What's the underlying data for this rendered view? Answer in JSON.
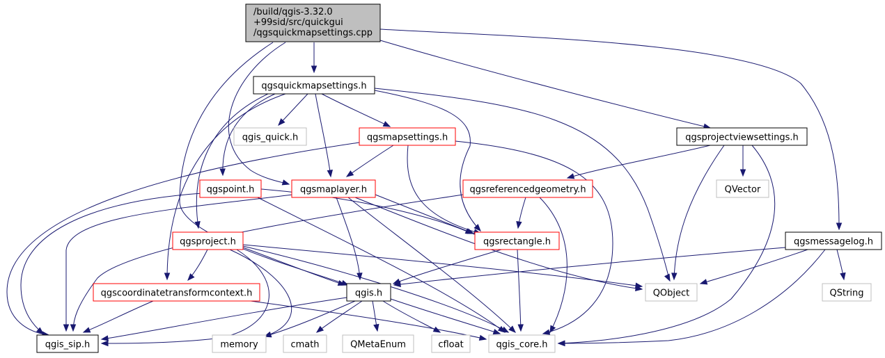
{
  "graph": {
    "colors": {
      "edge": "#191970",
      "root_fill": "#bfbfbf",
      "border_black": "#000000",
      "border_red": "#ff0000",
      "border_gray": "#bfbfbf",
      "text": "#000000"
    },
    "nodes": [
      {
        "id": "root",
        "lines": [
          "/build/qgis-3.32.0",
          "+99sid/src/quickgui",
          "/qgsquickmapsettings.cpp"
        ],
        "style": "root"
      },
      {
        "id": "qgsquickmapsettings_h",
        "lines": [
          "qgsquickmapsettings.h"
        ],
        "style": "black"
      },
      {
        "id": "qgis_quick_h",
        "lines": [
          "qgis_quick.h"
        ],
        "style": "gray"
      },
      {
        "id": "qgsmapsettings_h",
        "lines": [
          "qgsmapsettings.h"
        ],
        "style": "red"
      },
      {
        "id": "qgsprojectviewsettings_h",
        "lines": [
          "qgsprojectviewsettings.h"
        ],
        "style": "black"
      },
      {
        "id": "qgspoint_h",
        "lines": [
          "qgspoint.h"
        ],
        "style": "red"
      },
      {
        "id": "qgsmaplayer_h",
        "lines": [
          "qgsmaplayer.h"
        ],
        "style": "red"
      },
      {
        "id": "qgsreferencedgeometry_h",
        "lines": [
          "qgsreferencedgeometry.h"
        ],
        "style": "red"
      },
      {
        "id": "qvector",
        "lines": [
          "QVector"
        ],
        "style": "gray"
      },
      {
        "id": "qgsproject_h",
        "lines": [
          "qgsproject.h"
        ],
        "style": "red"
      },
      {
        "id": "qgsrectangle_h",
        "lines": [
          "qgsrectangle.h"
        ],
        "style": "red"
      },
      {
        "id": "qgsmessagelog_h",
        "lines": [
          "qgsmessagelog.h"
        ],
        "style": "black"
      },
      {
        "id": "qgscoordinatetransformcontext_h",
        "lines": [
          "qgscoordinatetransformcontext.h"
        ],
        "style": "red"
      },
      {
        "id": "qgis_h",
        "lines": [
          "qgis.h"
        ],
        "style": "black"
      },
      {
        "id": "qobject",
        "lines": [
          "QObject"
        ],
        "style": "gray"
      },
      {
        "id": "qstring",
        "lines": [
          "QString"
        ],
        "style": "gray"
      },
      {
        "id": "qgis_sip_h",
        "lines": [
          "qgis_sip.h"
        ],
        "style": "black"
      },
      {
        "id": "memory",
        "lines": [
          "memory"
        ],
        "style": "gray"
      },
      {
        "id": "cmath",
        "lines": [
          "cmath"
        ],
        "style": "gray"
      },
      {
        "id": "qmetaenum",
        "lines": [
          "QMetaEnum"
        ],
        "style": "gray"
      },
      {
        "id": "cfloat",
        "lines": [
          "cfloat"
        ],
        "style": "gray"
      },
      {
        "id": "qgis_core_h",
        "lines": [
          "qgis_core.h"
        ],
        "style": "gray"
      }
    ],
    "edges": [
      [
        "root",
        "qgsquickmapsettings_h"
      ],
      [
        "root",
        "qgsprojectviewsettings_h"
      ],
      [
        "root",
        "qgsmessagelog_h"
      ],
      [
        "root",
        "qgsmaplayer_h"
      ],
      [
        "root",
        "qgis_h"
      ],
      [
        "qgsquickmapsettings_h",
        "qgis_quick_h"
      ],
      [
        "qgsquickmapsettings_h",
        "qgsmapsettings_h"
      ],
      [
        "qgsquickmapsettings_h",
        "qgspoint_h"
      ],
      [
        "qgsquickmapsettings_h",
        "qgsmaplayer_h"
      ],
      [
        "qgsquickmapsettings_h",
        "qgsproject_h"
      ],
      [
        "qgsquickmapsettings_h",
        "qgsrectangle_h"
      ],
      [
        "qgsquickmapsettings_h",
        "qgscoordinatetransformcontext_h"
      ],
      [
        "qgsquickmapsettings_h",
        "qobject"
      ],
      [
        "qgsmapsettings_h",
        "qgsmaplayer_h"
      ],
      [
        "qgsmapsettings_h",
        "qgsrectangle_h"
      ],
      [
        "qgsmapsettings_h",
        "qgis_sip_h"
      ],
      [
        "qgsmapsettings_h",
        "qgis_core_h"
      ],
      [
        "qgsprojectviewsettings_h",
        "qgsreferencedgeometry_h"
      ],
      [
        "qgsprojectviewsettings_h",
        "qvector"
      ],
      [
        "qgsprojectviewsettings_h",
        "qobject"
      ],
      [
        "qgsprojectviewsettings_h",
        "qgis_core_h"
      ],
      [
        "qgspoint_h",
        "qgis_sip_h"
      ],
      [
        "qgspoint_h",
        "qgsrectangle_h"
      ],
      [
        "qgspoint_h",
        "qgis_core_h"
      ],
      [
        "qgsmaplayer_h",
        "qgis_h"
      ],
      [
        "qgsmaplayer_h",
        "qgsrectangle_h"
      ],
      [
        "qgsmaplayer_h",
        "qobject"
      ],
      [
        "qgsmaplayer_h",
        "qgis_core_h"
      ],
      [
        "qgsmaplayer_h",
        "qgis_sip_h"
      ],
      [
        "qgsreferencedgeometry_h",
        "qgsrectangle_h"
      ],
      [
        "qgsreferencedgeometry_h",
        "qgis_core_h"
      ],
      [
        "qgsreferencedgeometry_h",
        "qgis_sip_h"
      ],
      [
        "qgsproject_h",
        "qgscoordinatetransformcontext_h"
      ],
      [
        "qgsproject_h",
        "qgis_h"
      ],
      [
        "qgsproject_h",
        "qobject"
      ],
      [
        "qgsproject_h",
        "qgis_core_h"
      ],
      [
        "qgsproject_h",
        "memory"
      ],
      [
        "qgsproject_h",
        "qgis_sip_h"
      ],
      [
        "qgsrectangle_h",
        "qgis_h"
      ],
      [
        "qgsrectangle_h",
        "qgis_core_h"
      ],
      [
        "qgsmessagelog_h",
        "qgis_h"
      ],
      [
        "qgsmessagelog_h",
        "qobject"
      ],
      [
        "qgsmessagelog_h",
        "qstring"
      ],
      [
        "qgsmessagelog_h",
        "qgis_core_h"
      ],
      [
        "qgscoordinatetransformcontext_h",
        "qgis_sip_h"
      ],
      [
        "qgscoordinatetransformcontext_h",
        "qgis_core_h"
      ],
      [
        "qgis_h",
        "qgis_sip_h"
      ],
      [
        "qgis_h",
        "memory"
      ],
      [
        "qgis_h",
        "cmath"
      ],
      [
        "qgis_h",
        "qmetaenum"
      ],
      [
        "qgis_h",
        "cfloat"
      ],
      [
        "qgis_h",
        "qgis_core_h"
      ]
    ]
  }
}
